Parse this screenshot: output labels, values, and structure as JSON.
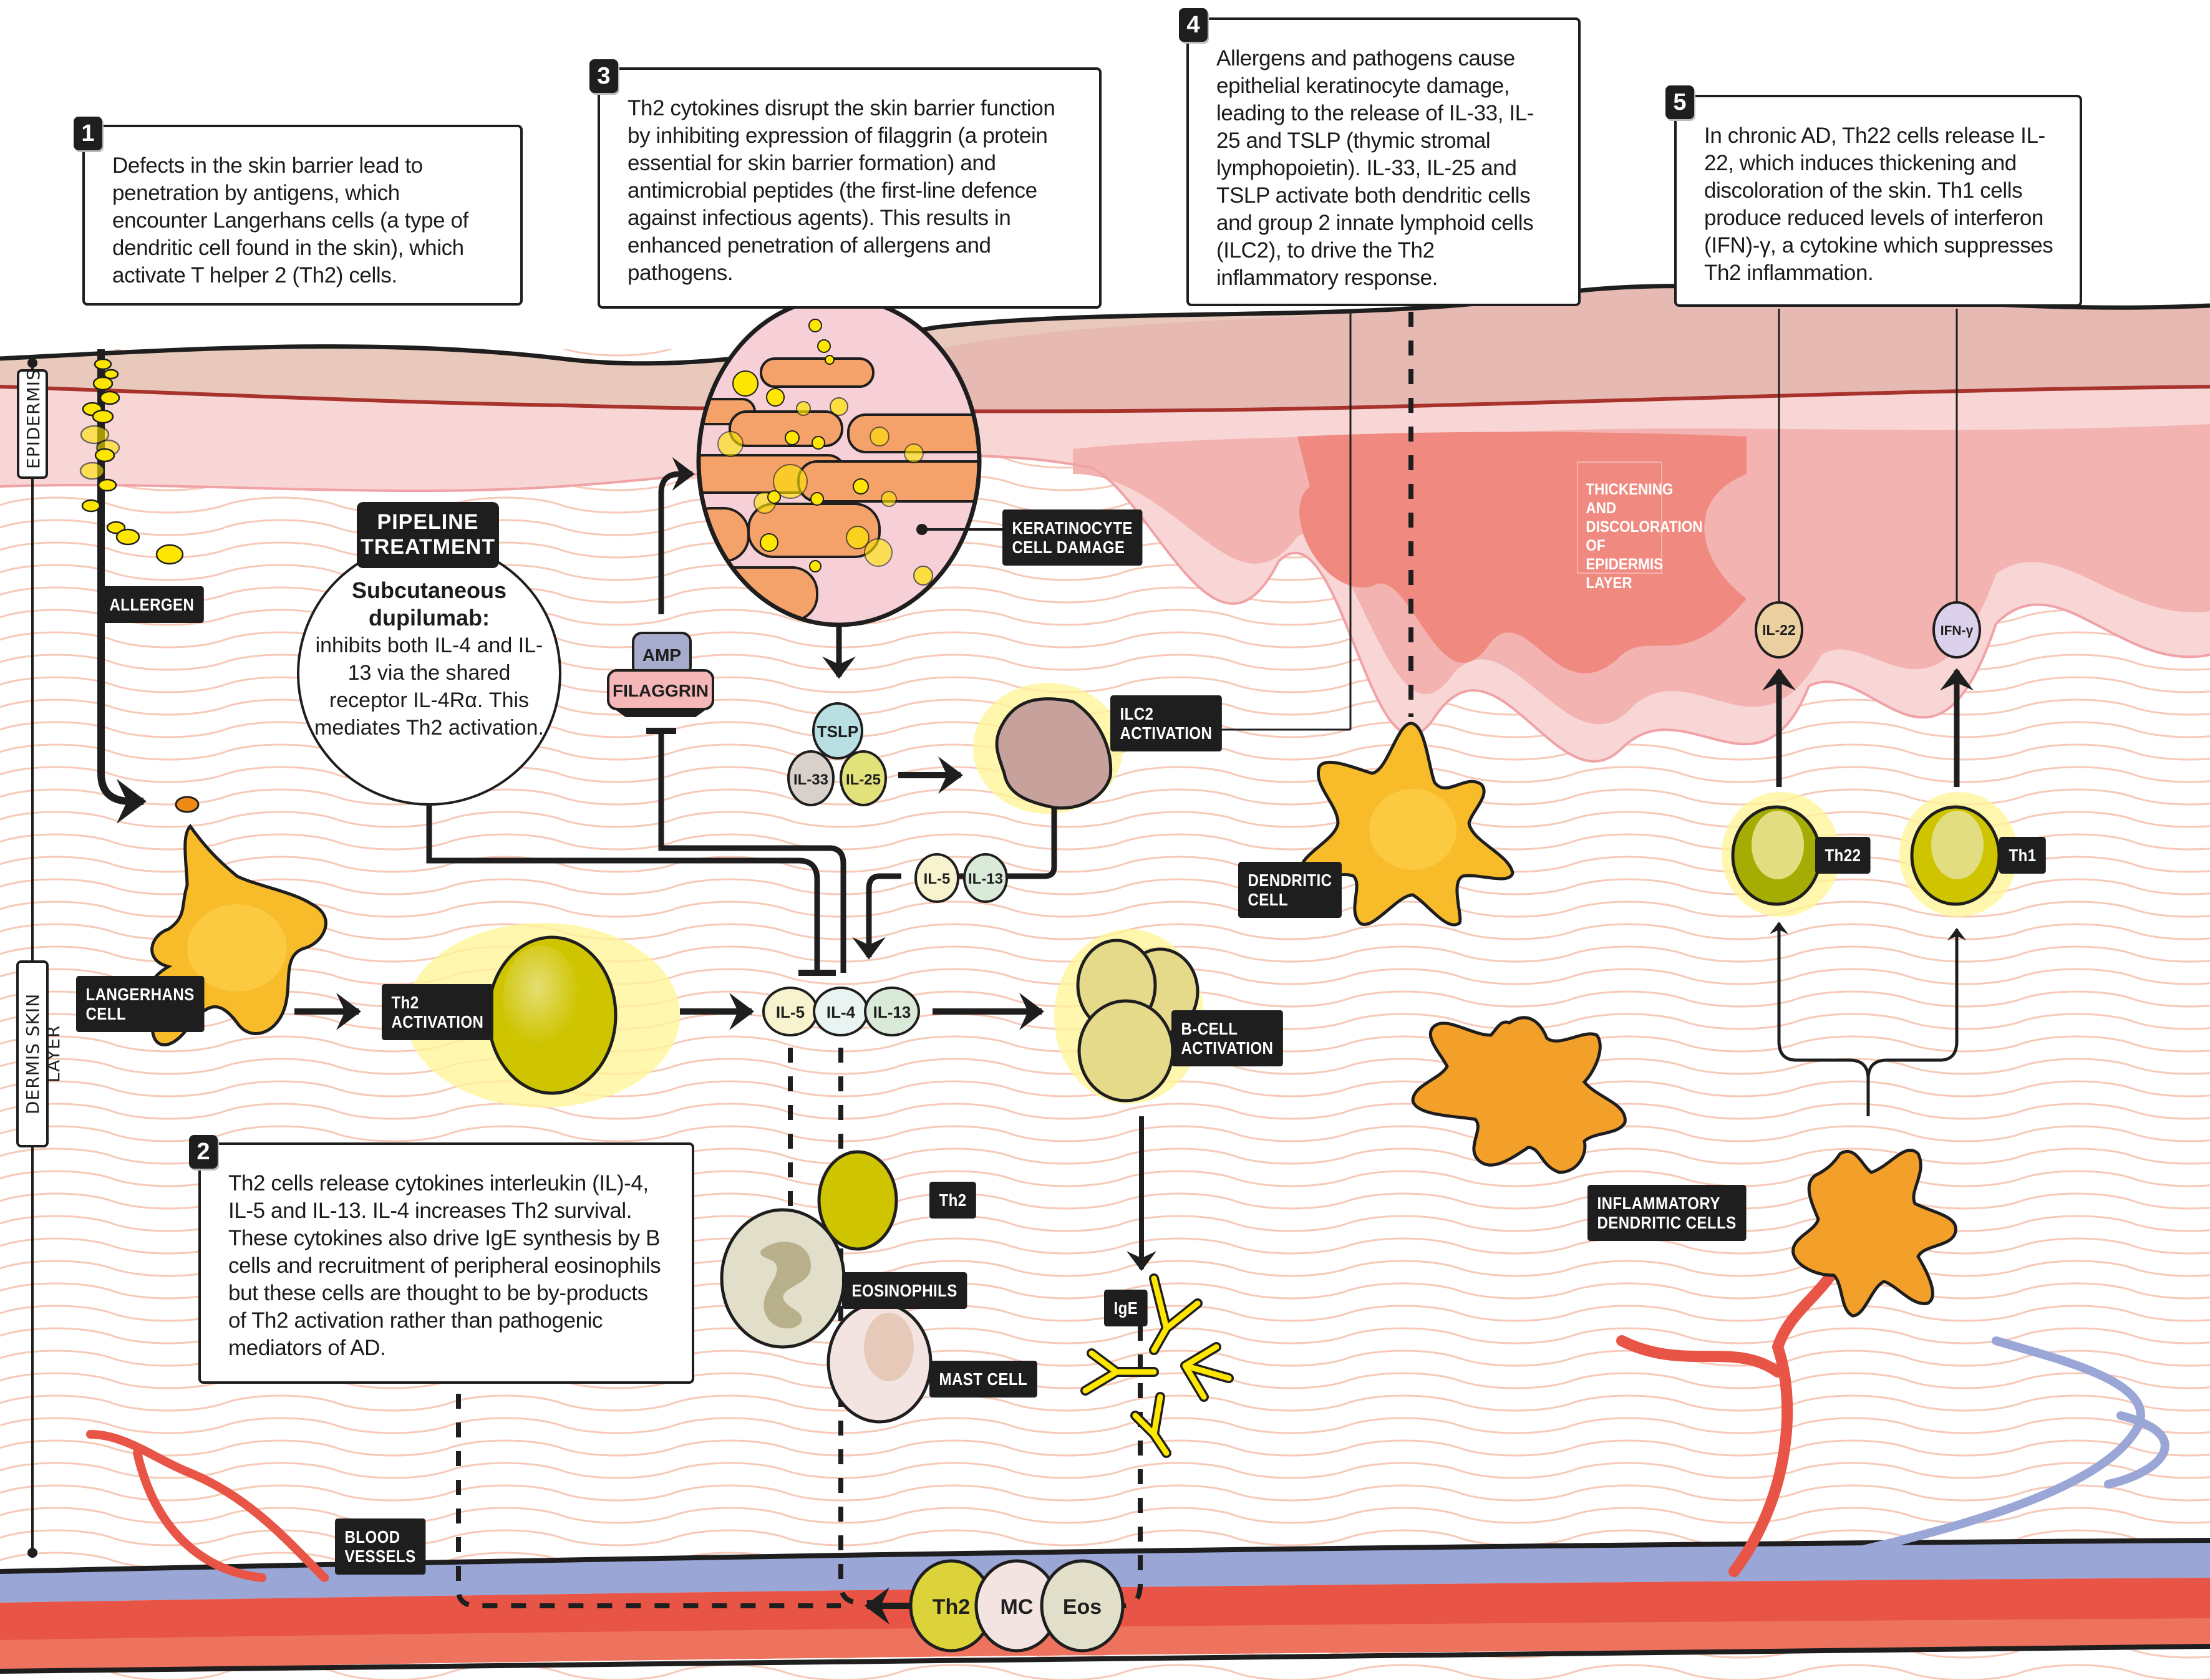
{
  "steps": [
    {
      "number": "1",
      "text": "Defects in the skin barrier lead to penetration by antigens, which encounter Langerhans cells (a type of dendritic cell found in the skin), which activate T helper 2 (Th2) cells."
    },
    {
      "number": "2",
      "text": "Th2 cells release cytokines interleukin (IL)-4, IL-5 and IL-13. IL-4 increases Th2 survival. These cytokines also drive IgE synthesis by B cells and recruitment of peripheral eosinophils but these cells are thought to be by-products of Th2 activation rather than pathogenic mediators of AD."
    },
    {
      "number": "3",
      "text": "Th2 cytokines disrupt the skin barrier function by inhibiting expression of filaggrin (a protein essential for skin barrier formation) and antimicrobial peptides (the first-line defence against infectious agents). This results in enhanced penetration of allergens and pathogens."
    },
    {
      "number": "4",
      "text": "Allergens and pathogens cause epithelial keratinocyte damage, leading to the release of IL-33, IL-25 and TSLP (thymic stromal lymphopoietin). IL-33, IL-25 and TSLP activate both dendritic cells and group 2 innate lymphoid cells (ILC2), to drive the Th2 inflammatory response."
    },
    {
      "number": "5",
      "text": "In chronic AD, Th22 cells release IL-22, which induces thickening and discoloration of the skin. Th1 cells produce reduced levels of interferon (IFN)-γ, a cytokine which suppresses Th2 inflammation."
    }
  ],
  "pipeline": {
    "heading_line1": "PIPELINE",
    "heading_line2": "TREATMENT",
    "drug": "Subcutaneous dupilumab:",
    "description": "inhibits both IL-4 and IL-13 via the shared receptor IL-4Rα. This mediates Th2 activation."
  },
  "layers": {
    "epidermis": "EPIDERMIS",
    "dermis": "DERMIS SKIN LAYER"
  },
  "labels": {
    "allergen": "ALLERGEN",
    "langerhans_line1": "LANGERHANS",
    "langerhans_line2": "CELL",
    "th2_activation_line1": "Th2",
    "th2_activation_line2": "ACTIVATION",
    "keratinocyte_line1": "KERATINOCYTE",
    "keratinocyte_line2": "CELL DAMAGE",
    "ilc2_line1": "ILC2",
    "ilc2_line2": "ACTIVATION",
    "dendritic_line1": "DENDRITIC",
    "dendritic_line2": "CELL",
    "bcell_line1": "B-CELL",
    "bcell_line2": "ACTIVATION",
    "th2": "Th2",
    "eosinophils": "EOSINOPHILS",
    "mast_cell": "MAST CELL",
    "ige": "IgE",
    "blood_line1": "BLOOD",
    "blood_line2": "VESSELS",
    "inflammatory_line1": "INFLAMMATORY",
    "inflammatory_line2": "DENDRITIC CELLS",
    "th22": "Th22",
    "th1": "Th1",
    "thickening": "THICKENING AND DISCOLORATION OF EPIDERMIS LAYER"
  },
  "molecules": {
    "amp": "AMP",
    "filaggrin": "FILAGGRIN",
    "tslp": "TSLP",
    "il33": "IL-33",
    "il25": "IL-25",
    "il5": "IL-5",
    "il4": "IL-4",
    "il13": "IL-13",
    "il22": "IL-22",
    "ifng": "IFN-γ",
    "vessel_th2": "Th2",
    "vessel_mc": "MC",
    "vessel_eos": "Eos"
  },
  "colors": {
    "outline": "#1e1e1e",
    "stratum_corneum": "#e8c9bb",
    "epidermis_pink": "#f9d6d6",
    "inflamed_dark": "#f08a80",
    "inflamed_mid": "#f3b3b0",
    "dermis_wave": "#f6c9b8",
    "vein": "#9aa6d6",
    "artery": "#e85446",
    "artery_light": "#ee735e",
    "dendritic_yellow": "#f8bb2a",
    "inflammatory_orange": "#f3a02a",
    "th2_yellow": "#cfc400",
    "th22_green": "#a5ad05",
    "glow": "#fff59a",
    "allergen": "#ffe600",
    "ilc2": "#c7a19c",
    "keratinocyte": "#f4a26a"
  }
}
